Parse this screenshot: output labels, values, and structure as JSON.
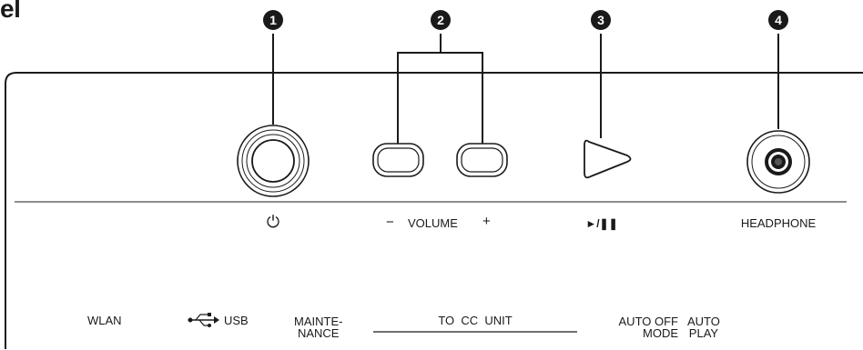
{
  "heading_fragment": "el",
  "callouts": [
    "1",
    "2",
    "3",
    "4"
  ],
  "controls": {
    "power_symbol": "⏻",
    "volume_minus": "−",
    "volume_label": "VOLUME",
    "volume_plus": "+",
    "play_pause_symbol": "►/❚❚",
    "headphone_label": "HEADPHONE"
  },
  "indicators": {
    "wlan": "WLAN",
    "usb": "USB",
    "maintenance_line1": "MAINTE-",
    "maintenance_line2": "NANCE",
    "to_cc_unit": "TO  CC  UNIT",
    "auto_off_line1": "AUTO OFF",
    "auto_off_line2": "MODE",
    "auto_play_line1": "AUTO",
    "auto_play_line2": "PLAY"
  },
  "colors": {
    "ink": "#1a1a1a",
    "callout_fill": "#1a1a1a",
    "callout_text": "#ffffff"
  }
}
